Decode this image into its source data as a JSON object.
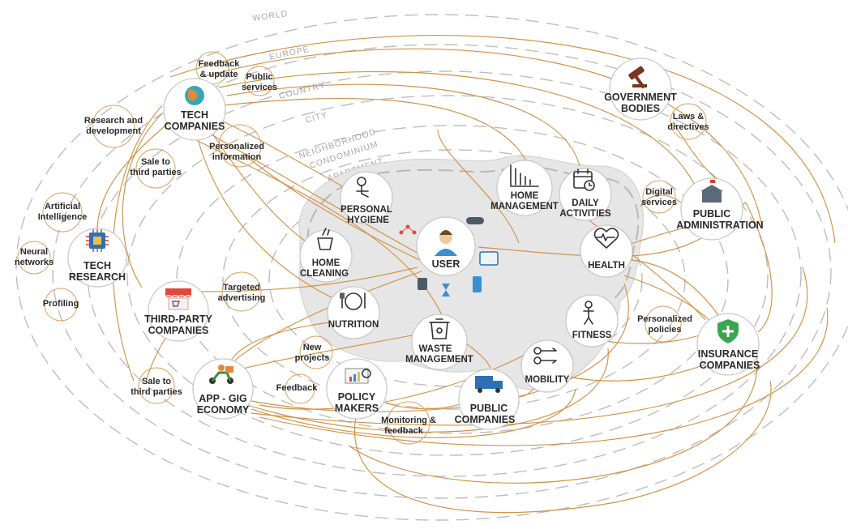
{
  "scopes": {
    "world": "WORLD",
    "europe": "EUROPE",
    "country": "COUNTRY",
    "city": "CITY",
    "neighborhood": "NEIGHBORHOOD",
    "condominium": "CONDOMINIUM",
    "apartment": "APARTMENT"
  },
  "nodes": {
    "tech_companies": [
      "TECH",
      "COMPANIES"
    ],
    "government_bodies": [
      "GOVERNMENT",
      "BODIES"
    ],
    "public_administration": [
      "PUBLIC",
      "ADMINISTRATION"
    ],
    "tech_research": [
      "TECH",
      "RESEARCH"
    ],
    "third_party": [
      "THIRD-PARTY",
      "COMPANIES"
    ],
    "app_gig": [
      "APP - GIG",
      "ECONOMY"
    ],
    "policy_makers": [
      "POLICY",
      "MAKERS"
    ],
    "public_companies": [
      "PUBLIC",
      "COMPANIES"
    ],
    "insurance": [
      "INSURANCE",
      "COMPANIES"
    ]
  },
  "activities": {
    "personal_hygiene": [
      "PERSONAL",
      "HYGIENE"
    ],
    "home_management": [
      "HOME",
      "MANAGEMENT"
    ],
    "daily_activities": [
      "DAILY",
      "ACTIVITIES"
    ],
    "home_cleaning": [
      "HOME",
      "CLEANING"
    ],
    "user": "USER",
    "health": "HEALTH",
    "nutrition": "NUTRITION",
    "fitness": "FITNESS",
    "waste_management": [
      "WASTE",
      "MANAGEMENT"
    ],
    "mobility": "MOBILITY"
  },
  "flow_labels": {
    "feedback_update": [
      "Feedback",
      "& update"
    ],
    "public_services": [
      "Public",
      "services"
    ],
    "research_development": [
      "Research and",
      "development"
    ],
    "personalized_information": [
      "Personalized",
      "information"
    ],
    "sale_third_top": [
      "Sale to",
      "third parties"
    ],
    "artificial_intelligence": [
      "Artificial",
      "Intelligence"
    ],
    "neural_networks": [
      "Neural",
      "networks"
    ],
    "profiling": "Profiling",
    "targeted_advertising": [
      "Targeted",
      "advertising"
    ],
    "laws_directives": [
      "Laws &",
      "directives"
    ],
    "digital_services": [
      "Digital",
      "services"
    ],
    "personalized_policies": [
      "Personalized",
      "policies"
    ],
    "new_projects": [
      "New",
      "projects"
    ],
    "feedback": "Feedback",
    "sale_third_bottom": [
      "Sale to",
      "third parties"
    ],
    "monitoring_feedback": [
      "Monitoring &",
      "feedback"
    ]
  },
  "colors": {
    "flow": "#d08b3b",
    "ring": "#bdbdbd",
    "home_area": "#e4e4e4",
    "node_stroke": "#c9c9c9",
    "text": "#2a2a2a"
  }
}
